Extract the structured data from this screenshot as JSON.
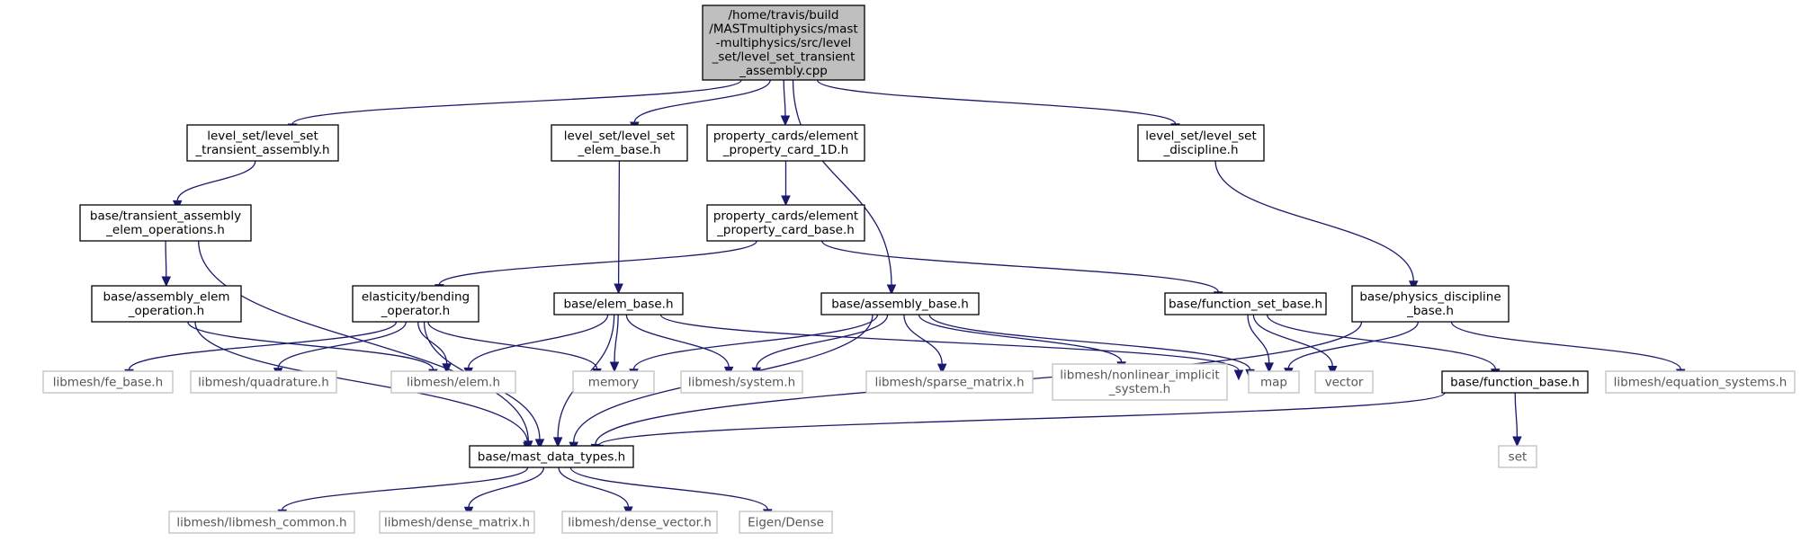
{
  "graph": {
    "colors": {
      "edge": "#191970",
      "root_fill": "#bfbfbf",
      "node_fill": "#ffffff",
      "node_border": "#000000",
      "external_border": "#bfbfbf",
      "external_text": "#555555"
    },
    "nodes": [
      {
        "id": "root",
        "kind": "root",
        "lines": [
          "/home/travis/build",
          "/MASTmultiphysics/mast",
          "-multiphysics/src/level",
          "_set/level_set_transient",
          "_assembly.cpp"
        ]
      },
      {
        "id": "ls_transient",
        "kind": "header",
        "lines": [
          "level_set/level_set",
          "_transient_assembly.h"
        ]
      },
      {
        "id": "ls_elem_base",
        "kind": "header",
        "lines": [
          "level_set/level_set",
          "_elem_base.h"
        ]
      },
      {
        "id": "pc_1d",
        "kind": "header",
        "lines": [
          "property_cards/element",
          "_property_card_1D.h"
        ]
      },
      {
        "id": "ls_discipline",
        "kind": "header",
        "lines": [
          "level_set/level_set",
          "_discipline.h"
        ]
      },
      {
        "id": "transient_ops",
        "kind": "header",
        "lines": [
          "base/transient_assembly",
          "_elem_operations.h"
        ]
      },
      {
        "id": "pc_base",
        "kind": "header",
        "lines": [
          "property_cards/element",
          "_property_card_base.h"
        ]
      },
      {
        "id": "assembly_elem_op",
        "kind": "header",
        "lines": [
          "base/assembly_elem",
          "_operation.h"
        ]
      },
      {
        "id": "bending_op",
        "kind": "header",
        "lines": [
          "elasticity/bending",
          "_operator.h"
        ]
      },
      {
        "id": "elem_base",
        "kind": "header",
        "lines": [
          "base/elem_base.h"
        ]
      },
      {
        "id": "assembly_base",
        "kind": "header",
        "lines": [
          "base/assembly_base.h"
        ]
      },
      {
        "id": "function_set_base",
        "kind": "header",
        "lines": [
          "base/function_set_base.h"
        ]
      },
      {
        "id": "physics_discipline",
        "kind": "header",
        "lines": [
          "base/physics_discipline",
          "_base.h"
        ]
      },
      {
        "id": "fe_base",
        "kind": "external",
        "lines": [
          "libmesh/fe_base.h"
        ]
      },
      {
        "id": "quadrature",
        "kind": "external",
        "lines": [
          "libmesh/quadrature.h"
        ]
      },
      {
        "id": "elem",
        "kind": "external",
        "lines": [
          "libmesh/elem.h"
        ]
      },
      {
        "id": "memory",
        "kind": "external",
        "lines": [
          "memory"
        ]
      },
      {
        "id": "system",
        "kind": "external",
        "lines": [
          "libmesh/system.h"
        ]
      },
      {
        "id": "sparse_matrix",
        "kind": "external",
        "lines": [
          "libmesh/sparse_matrix.h"
        ]
      },
      {
        "id": "nonlinear_implicit",
        "kind": "external",
        "lines": [
          "libmesh/nonlinear_implicit",
          "_system.h"
        ]
      },
      {
        "id": "map",
        "kind": "external",
        "lines": [
          "map"
        ]
      },
      {
        "id": "vector",
        "kind": "external",
        "lines": [
          "vector"
        ]
      },
      {
        "id": "function_base",
        "kind": "header",
        "lines": [
          "base/function_base.h"
        ]
      },
      {
        "id": "equation_systems",
        "kind": "external",
        "lines": [
          "libmesh/equation_systems.h"
        ]
      },
      {
        "id": "set",
        "kind": "external",
        "lines": [
          "set"
        ]
      },
      {
        "id": "mast_data_types",
        "kind": "header",
        "lines": [
          "base/mast_data_types.h"
        ]
      },
      {
        "id": "libmesh_common",
        "kind": "external",
        "lines": [
          "libmesh/libmesh_common.h"
        ]
      },
      {
        "id": "dense_matrix",
        "kind": "external",
        "lines": [
          "libmesh/dense_matrix.h"
        ]
      },
      {
        "id": "dense_vector",
        "kind": "external",
        "lines": [
          "libmesh/dense_vector.h"
        ]
      },
      {
        "id": "eigen_dense",
        "kind": "external",
        "lines": [
          "Eigen/Dense"
        ]
      }
    ],
    "edges": [
      [
        "root",
        "ls_transient"
      ],
      [
        "root",
        "ls_elem_base"
      ],
      [
        "root",
        "pc_1d"
      ],
      [
        "root",
        "assembly_base"
      ],
      [
        "root",
        "ls_discipline"
      ],
      [
        "ls_transient",
        "transient_ops"
      ],
      [
        "transient_ops",
        "assembly_elem_op"
      ],
      [
        "transient_ops",
        "mast_data_types"
      ],
      [
        "assembly_elem_op",
        "elem"
      ],
      [
        "assembly_elem_op",
        "mast_data_types"
      ],
      [
        "ls_elem_base",
        "elem_base"
      ],
      [
        "pc_1d",
        "pc_base"
      ],
      [
        "pc_base",
        "bending_op"
      ],
      [
        "pc_base",
        "function_set_base"
      ],
      [
        "bending_op",
        "fe_base"
      ],
      [
        "bending_op",
        "quadrature"
      ],
      [
        "bending_op",
        "elem"
      ],
      [
        "bending_op",
        "memory"
      ],
      [
        "bending_op",
        "mast_data_types"
      ],
      [
        "elem_base",
        "elem"
      ],
      [
        "elem_base",
        "memory"
      ],
      [
        "elem_base",
        "system"
      ],
      [
        "elem_base",
        "map"
      ],
      [
        "elem_base",
        "mast_data_types"
      ],
      [
        "assembly_base",
        "memory"
      ],
      [
        "assembly_base",
        "system"
      ],
      [
        "assembly_base",
        "sparse_matrix"
      ],
      [
        "assembly_base",
        "nonlinear_implicit"
      ],
      [
        "assembly_base",
        "map"
      ],
      [
        "assembly_base",
        "mast_data_types"
      ],
      [
        "function_set_base",
        "map"
      ],
      [
        "function_set_base",
        "vector"
      ],
      [
        "function_set_base",
        "function_base"
      ],
      [
        "ls_discipline",
        "physics_discipline"
      ],
      [
        "physics_discipline",
        "map"
      ],
      [
        "physics_discipline",
        "equation_systems"
      ],
      [
        "physics_discipline",
        "mast_data_types"
      ],
      [
        "function_base",
        "mast_data_types"
      ],
      [
        "function_base",
        "set"
      ],
      [
        "mast_data_types",
        "libmesh_common"
      ],
      [
        "mast_data_types",
        "dense_matrix"
      ],
      [
        "mast_data_types",
        "dense_vector"
      ],
      [
        "mast_data_types",
        "eigen_dense"
      ]
    ]
  }
}
